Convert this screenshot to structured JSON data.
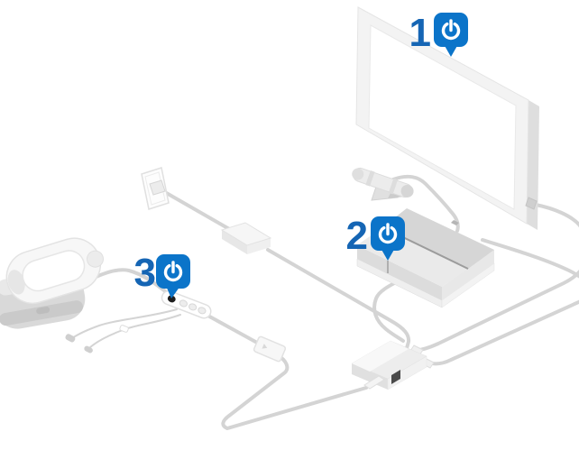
{
  "figure": {
    "type": "vr-setup-power-diagram",
    "background": "#ffffff",
    "colors": {
      "badge": "#0b74c9",
      "number": "#1565b4",
      "cable": "#d4d4d4"
    },
    "steps": [
      {
        "number": "1",
        "icon": "power-icon",
        "target": "tv"
      },
      {
        "number": "2",
        "icon": "power-icon",
        "target": "console"
      },
      {
        "number": "3",
        "icon": "power-icon",
        "target": "headset-inline-remote"
      }
    ],
    "devices": [
      "tv",
      "camera",
      "console",
      "processor-unit",
      "wall-outlet",
      "ac-adapter",
      "vr-headset",
      "inline-remote",
      "earbuds",
      "cable-connector"
    ]
  }
}
